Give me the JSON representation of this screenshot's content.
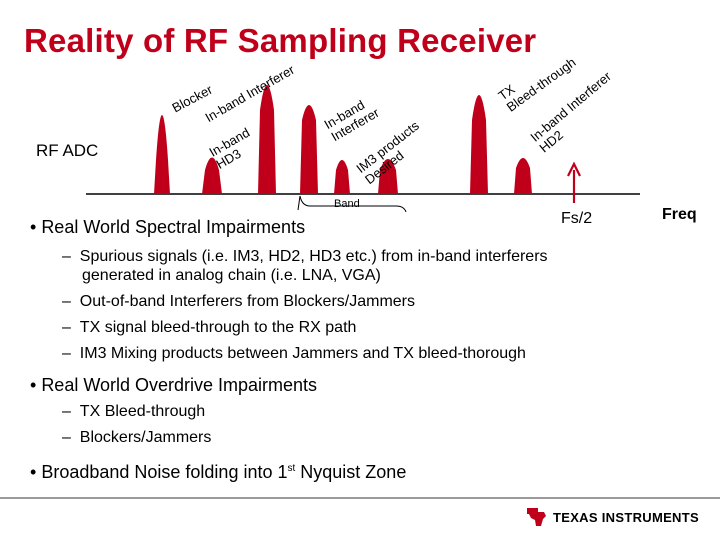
{
  "title": "Reality of RF Sampling Receiver",
  "side_label": "RF ADC",
  "diagram": {
    "signal_labels": [
      {
        "name": "blocker",
        "text": "Blocker"
      },
      {
        "name": "inband-interferer",
        "text": "In-band Interferer"
      },
      {
        "name": "hd3",
        "text": "In-band\nHD3"
      },
      {
        "name": "inband-interferer-2",
        "text": "In-band\nInterferer"
      },
      {
        "name": "im3-products",
        "text": "IM3 products\nDesired"
      },
      {
        "name": "tx-bleed",
        "text": "TX\nBleed-through"
      },
      {
        "name": "inband-interferer-hd2",
        "text": "In-band Interferer\nHD2"
      }
    ],
    "band_label": "Band",
    "fs2_label": "Fs/2",
    "freq_label": "Freq",
    "peak_color": "#c0001a",
    "arrow_color": "#c0001a"
  },
  "bullets": {
    "b1": "Real World Spectral Impairments",
    "b1_subs": [
      "Spurious signals (i.e. IM3, HD2, HD3 etc.) from in-band interferers",
      "generated in analog chain (i.e. LNA, VGA)",
      "Out-of-band Interferers from Blockers/Jammers",
      "TX signal bleed-through to the RX path",
      "IM3 Mixing products between Jammers and TX bleed-thorough"
    ],
    "b2": "Real World Overdrive Impairments",
    "b2_subs": [
      "TX Bleed-through",
      "Blockers/Jammers"
    ],
    "b3_pre": "Broadband Noise folding into 1",
    "b3_sup": "st",
    "b3_post": " Nyquist Zone"
  },
  "footer": {
    "company": "TEXAS INSTRUMENTS"
  }
}
